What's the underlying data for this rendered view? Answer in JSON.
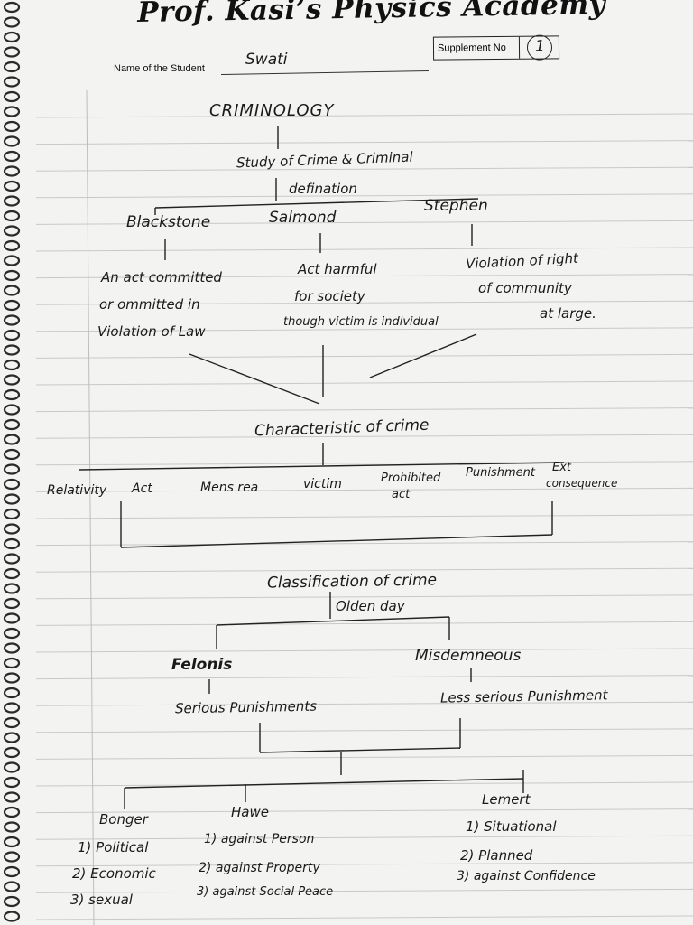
{
  "header": {
    "title": "Prof. Kasi’s Physics Academy",
    "student_label": "Name of the Student",
    "student_name": "Swati",
    "supplement_label": "Supplement No",
    "supplement_no": "1"
  },
  "notes": {
    "topic": "CRIMINOLOGY",
    "study": "Study of Crime & Criminal",
    "definition": "defination",
    "blackstone": {
      "name": "Blackstone",
      "line1": "An act committed",
      "line2": "or ommitted in",
      "line3": "Violation of Law"
    },
    "salmond": {
      "name": "Salmond",
      "line1": "Act harmful",
      "line2": "for society",
      "line3": "though victim is individual"
    },
    "stephen": {
      "name": "Stephen",
      "line1": "Violation of right",
      "line2": "of community",
      "line3": "at large."
    },
    "characteristics": {
      "title": "Characteristic of crime",
      "items": [
        "Relativity",
        "Act",
        "Mens rea",
        "victim",
        "Prohibited",
        "act",
        "Punishment",
        "Ext",
        "consequence"
      ]
    },
    "classification": {
      "title": "Classification of crime",
      "olden": "Olden day",
      "felonis": "Felonis",
      "misdemeanor": "Misdemneous",
      "serious": "Serious Punishments",
      "less_serious": "Less serious Punishment"
    },
    "bonger": {
      "name": "Bonger",
      "items": [
        "1) Political",
        "2) Economic",
        "3) sexual"
      ]
    },
    "hawe": {
      "name": "Hawe",
      "items": [
        "1) against Person",
        "2) against Property",
        "3) against Social Peace"
      ]
    },
    "lemert": {
      "name": "Lemert",
      "items": [
        "1) Situational",
        "2) Planned",
        "3) against Confidence"
      ]
    }
  }
}
